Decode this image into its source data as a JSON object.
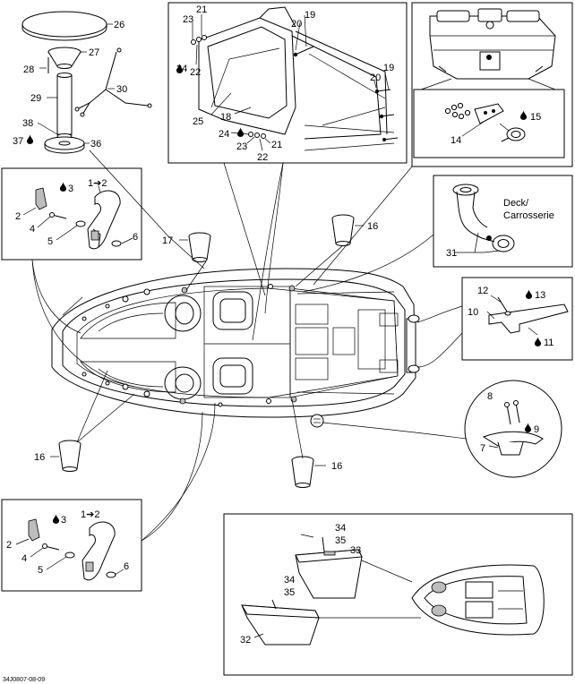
{
  "diagram_code": "34J0807-08-09",
  "deck_label_line1": "Deck/",
  "deck_label_line2": "Carrosserie",
  "part_labels": {
    "p1_2_top": "1➔2",
    "p1_2_bottom": "1➔2",
    "p2_top": "2",
    "p2_bottom": "2",
    "p3_top": "3",
    "p3_bottom": "3",
    "p4_top": "4",
    "p4_bottom": "4",
    "p5_top": "5",
    "p5_bottom": "5",
    "p6_top": "6",
    "p6_bottom": "6",
    "p7": "7",
    "p8": "8",
    "p9": "9",
    "p10": "10",
    "p11": "11",
    "p12": "12",
    "p13": "13",
    "p14": "14",
    "p15": "15",
    "p16_a": "16",
    "p16_b": "16",
    "p16_c": "16",
    "p17": "17",
    "p18": "18",
    "p19_a": "19",
    "p19_b": "19",
    "p20_a": "20",
    "p20_b": "20",
    "p21_a": "21",
    "p21_b": "21",
    "p22_a": "22",
    "p22_b": "22",
    "p23_a": "23",
    "p23_b": "23",
    "p24_a": "24",
    "p24_b": "24",
    "p25": "25",
    "p26": "26",
    "p27": "27",
    "p28": "28",
    "p29": "29",
    "p30": "30",
    "p31": "31",
    "p32": "32",
    "p33": "33",
    "p34_a": "34",
    "p34_b": "34",
    "p35_a": "35",
    "p35_b": "35",
    "p36": "36",
    "p37": "37",
    "p38": "38"
  }
}
